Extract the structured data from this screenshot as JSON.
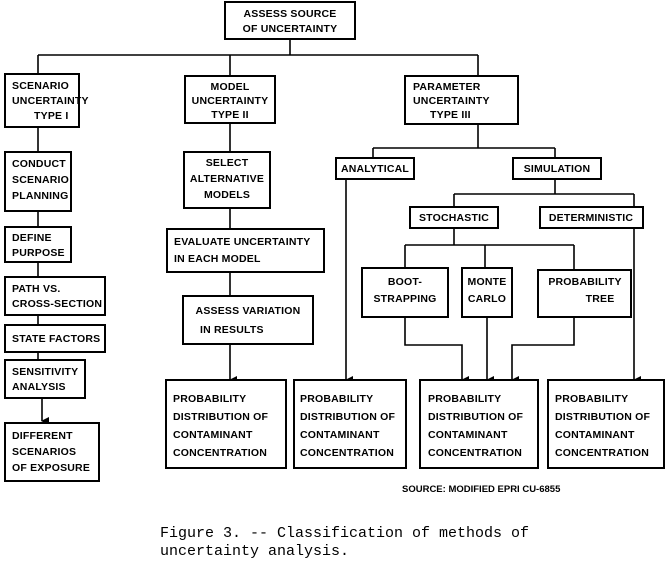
{
  "diagram": {
    "root": {
      "line1": "ASSESS SOURCE",
      "line2": "OF UNCERTAINTY"
    },
    "scenario": {
      "header": {
        "line1": "SCENARIO",
        "line2": "UNCERTAINTY",
        "line3": "TYPE I"
      },
      "steps": [
        {
          "lines": [
            "CONDUCT",
            "SCENARIO",
            "PLANNING"
          ]
        },
        {
          "lines": [
            "DEFINE",
            "PURPOSE"
          ]
        },
        {
          "lines": [
            "PATH VS.",
            "CROSS-SECTION"
          ]
        },
        {
          "lines": [
            "STATE FACTORS"
          ]
        },
        {
          "lines": [
            "SENSITIVITY",
            "ANALYSIS"
          ]
        }
      ],
      "result": {
        "line1": "DIFFERENT",
        "line2": "SCENARIOS",
        "line3": "OF EXPOSURE"
      }
    },
    "model": {
      "header": {
        "line1": "MODEL",
        "line2": "UNCERTAINTY",
        "line3": "TYPE II"
      },
      "steps": [
        {
          "lines": [
            "SELECT",
            "ALTERNATIVE",
            "MODELS"
          ]
        },
        {
          "lines": [
            "EVALUATE UNCERTAINTY",
            "IN EACH MODEL"
          ]
        },
        {
          "lines": [
            "ASSESS VARIATION",
            "IN RESULTS"
          ]
        }
      ]
    },
    "parameter": {
      "header": {
        "line1": "PARAMETER",
        "line2": "UNCERTAINTY",
        "line3": "TYPE III"
      },
      "analytical": "ANALYTICAL",
      "simulation": "SIMULATION",
      "stochastic": "STOCHASTIC",
      "deterministic": "DETERMINISTIC",
      "methods": [
        {
          "line1": "BOOT-",
          "line2": "STRAPPING"
        },
        {
          "line1": "MONTE",
          "line2": "CARLO"
        },
        {
          "line1": "PROBABILITY",
          "line2": "TREE"
        }
      ]
    },
    "outcome": {
      "lines": [
        "PROBABILITY",
        "DISTRIBUTION OF",
        "CONTAMINANT",
        "CONCENTRATION"
      ]
    },
    "source": "SOURCE: MODIFIED EPRI CU-6855"
  },
  "caption": {
    "line1": "Figure 3. -- Classification of methods of",
    "line2": "uncertainty analysis."
  }
}
